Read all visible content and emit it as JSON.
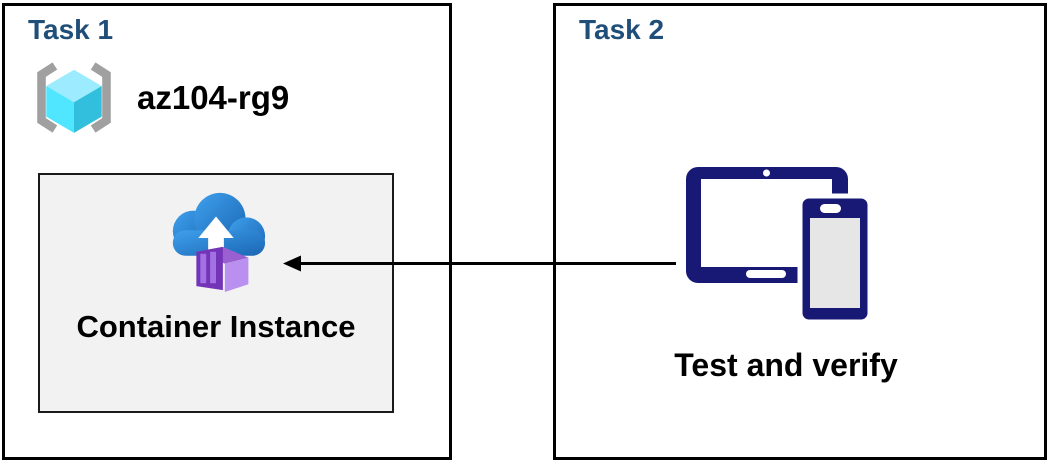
{
  "task1": {
    "title": "Task 1",
    "resource_group_name": "az104-rg9",
    "container_instance_label": "Container Instance"
  },
  "task2": {
    "title": "Task 2",
    "test_label": "Test and verify"
  },
  "connector": {
    "type": "arrow",
    "from": "task2-devices",
    "to": "container-instance-box"
  },
  "icons": {
    "resource_group": "azure-resource-group-icon",
    "container_instance": "azure-container-instances-icon",
    "devices": "tablet-and-phone-icon"
  },
  "colors": {
    "task_title": "#1F4E79",
    "text": "#000000",
    "border": "#000000",
    "connector": "#000000",
    "inner_box_bg": "#F2F2F2",
    "inner_box_border": "#1A1A1A",
    "bracket_gray": "#A0A0A0",
    "cube_top": "#9CEBFF",
    "cube_left": "#50E6FF",
    "cube_right": "#32BEDD",
    "cloud_blue_light": "#3FA0EC",
    "cloud_blue_dark": "#1A66B4",
    "upload_arrow_white": "#FFFFFF",
    "container_top": "#9A5FD0",
    "container_front": "#7434B8",
    "container_side": "#B98FEF",
    "container_stripe": "#A371E3",
    "device_navy": "#181875",
    "device_screen_gray": "#E6E6E6"
  }
}
